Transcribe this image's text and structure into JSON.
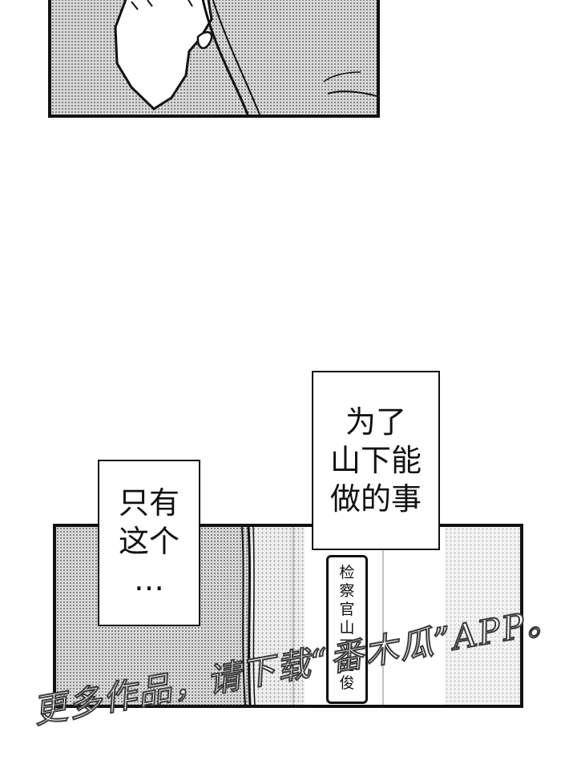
{
  "caption_right": {
    "lines": [
      "为了",
      "山下能",
      "做的事"
    ]
  },
  "caption_left": {
    "lines": [
      "只有",
      "这个",
      "…"
    ]
  },
  "nameplate": {
    "lines": [
      "检",
      "察",
      "官",
      "山",
      "下",
      "光",
      "俊"
    ]
  },
  "watermark": {
    "text": "更多作品，请下载“番木瓜”APP。"
  }
}
